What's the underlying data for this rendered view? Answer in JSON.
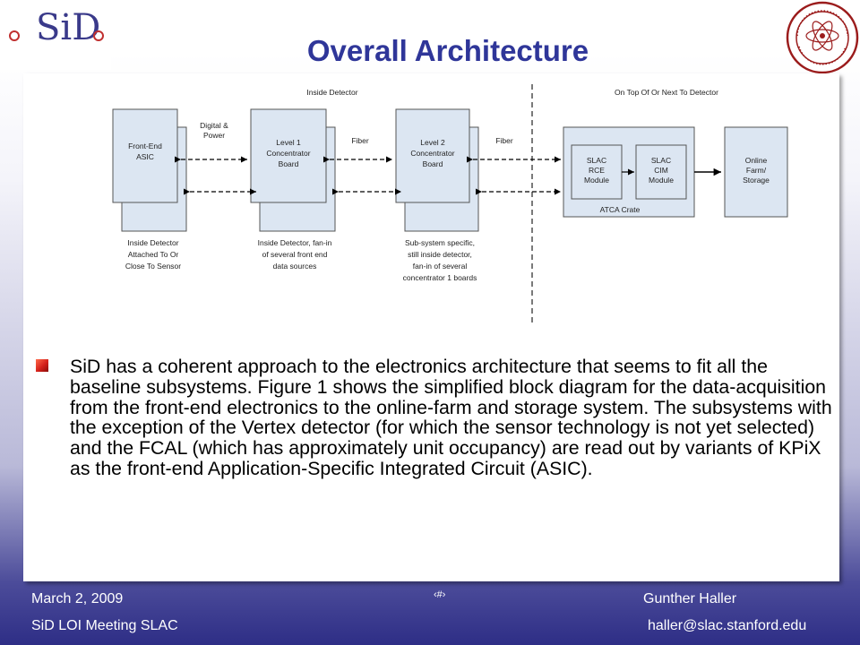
{
  "slide": {
    "title": "Overall Architecture",
    "logo_text": "SiD"
  },
  "diagram": {
    "region_labels": {
      "inside": "Inside Detector",
      "outside": "On Top Of Or Next To Detector"
    },
    "boxes": {
      "frontend": [
        "Front-End",
        "ASIC"
      ],
      "level1": [
        "Level 1",
        "Concentrator",
        "Board"
      ],
      "level2": [
        "Level 2",
        "Concentrator",
        "Board"
      ],
      "rce": [
        "SLAC",
        "RCE",
        "Module"
      ],
      "cim": [
        "SLAC",
        "CIM",
        "Module"
      ],
      "crate": "ATCA Crate",
      "farm": [
        "Online",
        "Farm/",
        "Storage"
      ]
    },
    "links": {
      "digital_power": [
        "Digital &",
        "Power"
      ],
      "fiber1": "Fiber",
      "fiber2": "Fiber"
    },
    "captions": {
      "frontend": [
        "Inside Detector",
        "Attached To Or",
        "Close To Sensor"
      ],
      "level1": [
        "Inside Detector, fan-in",
        "of several front end",
        "data sources"
      ],
      "level2": [
        "Sub-system specific,",
        "still inside detector,",
        "fan-in of several",
        "concentrator 1 boards"
      ]
    }
  },
  "body": {
    "paragraph": "SiD has a coherent approach to the electronics architecture that seems to fit all the baseline subsystems. Figure 1 shows the simplified block diagram for the data-acquisition from the front-end electronics to the online-farm and storage system. The subsystems with the exception of the Vertex detector (for which the sensor technology is not yet selected) and the FCAL (which has approximately unit occupancy) are read out by variants of KPiX as the front-end Application-Specific Integrated Circuit (ASIC)."
  },
  "footer": {
    "date": "March 2, 2009",
    "meeting": "SiD LOI Meeting SLAC",
    "page_number": "‹#›",
    "author": "Gunther Haller",
    "email": "haller@slac.stanford.edu"
  },
  "colors": {
    "title": "#2f3699",
    "box_fill": "#dce6f2",
    "bullet": "#d4201a"
  }
}
